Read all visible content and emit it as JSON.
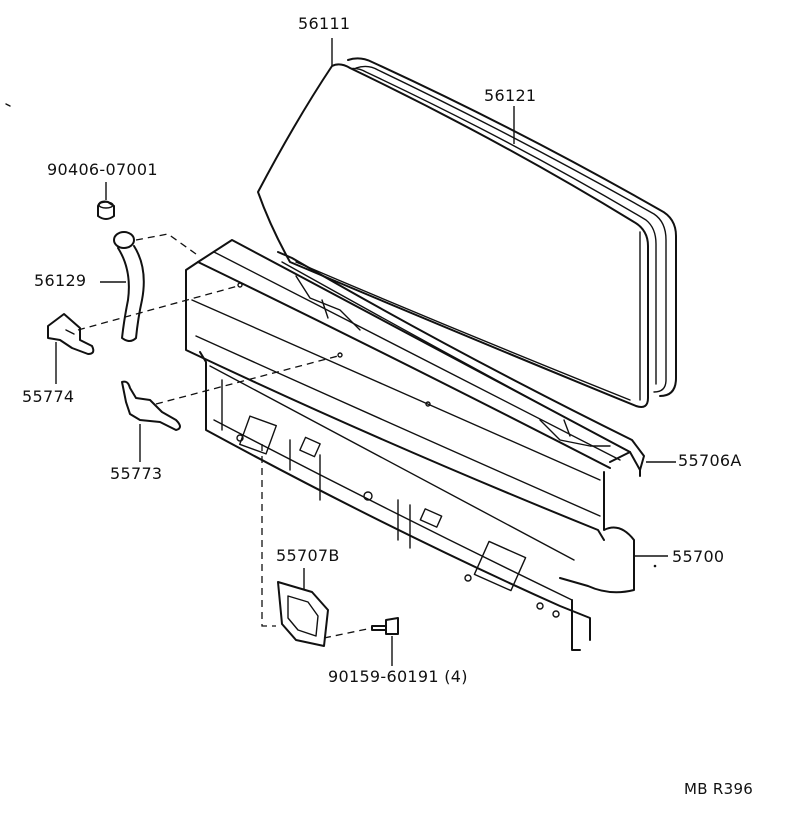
{
  "diagram": {
    "callouts": [
      {
        "id": "p56111",
        "text": "56111"
      },
      {
        "id": "p56121",
        "text": "56121"
      },
      {
        "id": "p90406",
        "text": "90406-07001"
      },
      {
        "id": "p56129",
        "text": "56129"
      },
      {
        "id": "p55774",
        "text": "55774"
      },
      {
        "id": "p55773",
        "text": "55773"
      },
      {
        "id": "p55706A",
        "text": "55706A"
      },
      {
        "id": "p55700",
        "text": "55700"
      },
      {
        "id": "p55707B",
        "text": "55707B"
      },
      {
        "id": "p90159",
        "text": "90159-60191 (4)"
      }
    ],
    "reference": "MB R396"
  }
}
